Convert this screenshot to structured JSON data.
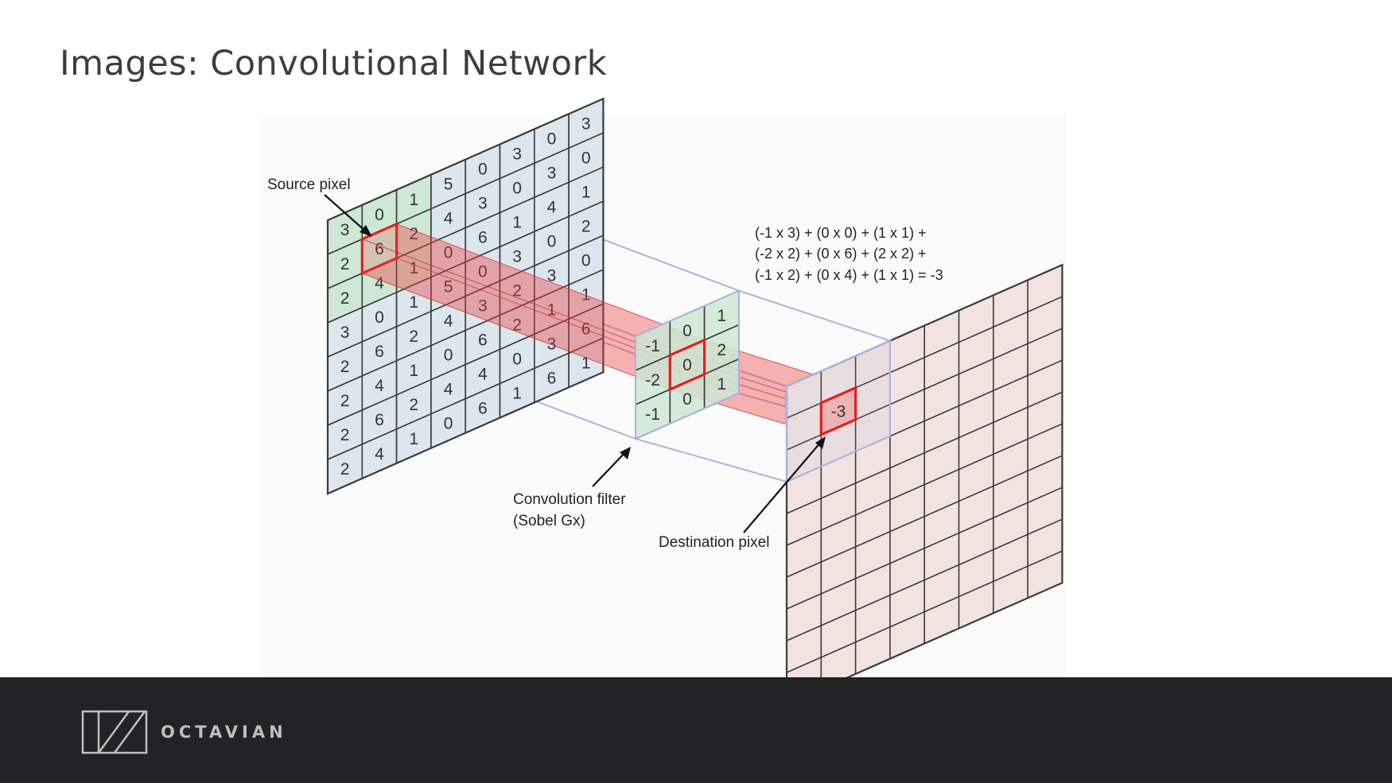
{
  "slide": {
    "title": "Images: Convolutional Network"
  },
  "diagram": {
    "source_label": "Source pixel",
    "filter_label_line1": "Convolution filter",
    "filter_label_line2": "(Sobel Gx)",
    "destination_label": "Destination pixel",
    "formula_line1": "(-1 x 3) + (0 x 0) + (1 x 1) +",
    "formula_line2": "(-2 x 2) + (0 x 6) + (2 x 2) +",
    "formula_line3": "(-1 x 2) + (0 x 4) + (1 x 1)  = -3",
    "source_grid": [
      [
        "3",
        "0",
        "1",
        "5",
        "0",
        "3",
        "0",
        "3"
      ],
      [
        "2",
        "6",
        "2",
        "4",
        "3",
        "0",
        "3",
        "0"
      ],
      [
        "2",
        "4",
        "1",
        "0",
        "6",
        "1",
        "4",
        "1"
      ],
      [
        "3",
        "0",
        "1",
        "5",
        "0",
        "3",
        "0",
        "2"
      ],
      [
        "2",
        "6",
        "2",
        "4",
        "3",
        "2",
        "3",
        "0"
      ],
      [
        "2",
        "4",
        "1",
        "0",
        "6",
        "2",
        "1",
        "1"
      ],
      [
        "2",
        "6",
        "2",
        "4",
        "4",
        "0",
        "3",
        "6"
      ],
      [
        "2",
        "4",
        "1",
        "0",
        "6",
        "1",
        "6",
        "1"
      ]
    ],
    "filter_grid": [
      [
        "-1",
        "0",
        "1"
      ],
      [
        "-2",
        "0",
        "2"
      ],
      [
        "-1",
        "0",
        "1"
      ]
    ],
    "destination_value": "-3",
    "colors": {
      "source_fill": "#dbe6ef",
      "highlight_fill": "#cde8d4",
      "dest_fill": "#f3e3e0",
      "red": "#e02020",
      "grid_line": "#3a3a3a",
      "projection": "#aab4e0"
    }
  },
  "footer": {
    "brand": "OCTAVIAN"
  }
}
